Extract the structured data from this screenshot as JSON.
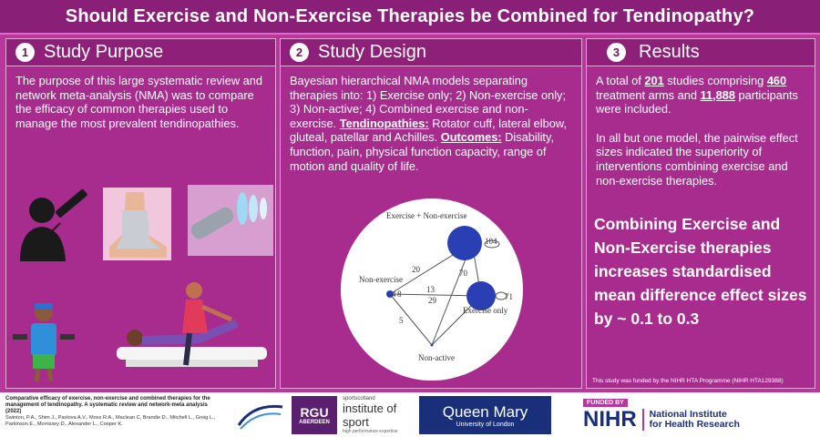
{
  "header": {
    "title": "Should Exercise and Non-Exercise Therapies be Combined for Tendinopathy?"
  },
  "panels": {
    "purpose": {
      "number": "1",
      "title": "Study Purpose",
      "text": "The purpose of this large systematic review and network meta-analysis (NMA) was to compare the efficacy of common therapies used to manage the most prevalent tendinopathies."
    },
    "design": {
      "number": "2",
      "title": "Study Design",
      "text1": "Bayesian hierarchical NMA models separating therapies into: 1) Exercise only; 2) Non-exercise only; 3) Non-active; 4) Combined exercise and non-exercise. ",
      "tend_label": "Tendinopathies:",
      "text2": " Rotator cuff, lateral elbow, gluteal, patellar and Achilles. ",
      "out_label": "Outcomes:",
      "text3": " Disability, function, pain, physical function capacity, range of motion and quality of life.",
      "network": {
        "node_combined": "Exercise + Non-exercise",
        "node_nonexercise": "Non-exercise",
        "node_exercise": "Exercise only",
        "node_nonactive": "Non-active",
        "n_combined_self": "104",
        "n_exercise_self": "71",
        "n_combined_nonexercise": "20",
        "n_combined_exercise": "70",
        "n_nonexercise_exercise": "13",
        "n_nonexercise_nonactive": "5",
        "n_nonexercise_x": "4",
        "n_center": "29",
        "n_left": "8"
      }
    },
    "results": {
      "number": "3",
      "title": "Results",
      "t1": "A total of ",
      "n_studies": "201",
      "t2": " studies comprising ",
      "n_arms": "460",
      "t3": " treatment arms and ",
      "n_participants": "11,888",
      "t4": " participants were included.",
      "para2": "In all but one model, the pairwise effect sizes indicated the superiority of interventions combining exercise and non-exercise therapies.",
      "highlight": "Combining Exercise and Non-Exercise therapies increases standardised mean difference effect sizes by ~ 0.1 to 0.3",
      "funding": "This study was funded by the NIHR HTA Programme (NIHR HTA129388)"
    }
  },
  "footer": {
    "citation_title": "Comparative efficacy of exercise, non-exercise and combined therapies for the management of tendinopathy. A systematic review and network-meta analysis (2022)",
    "citation_authors": "Swinton, P.A., Shim J., Pavlova A.V., Moss R.A., Maclean C, Brandie D., Mitchell L., Greig L., Parkinson E., Morrissey D., Alexander L., Cooper K.",
    "rgu_a": "RGU",
    "rgu_b": "ABERDEEN",
    "sis_a": "sportscotland",
    "sis_b": "institute of sport",
    "sis_c": "high performance expertise",
    "qm_a": "Queen Mary",
    "qm_b": "University of London",
    "nihr_funded": "FUNDED BY",
    "nihr_abbr": "NIHR",
    "nihr_name1": "National Institute",
    "nihr_name2": "for Health Research"
  },
  "colors": {
    "background": "#b8379b",
    "header": "#8a1f78",
    "node": "#2b3fb5",
    "navy": "#1a2f7a"
  }
}
